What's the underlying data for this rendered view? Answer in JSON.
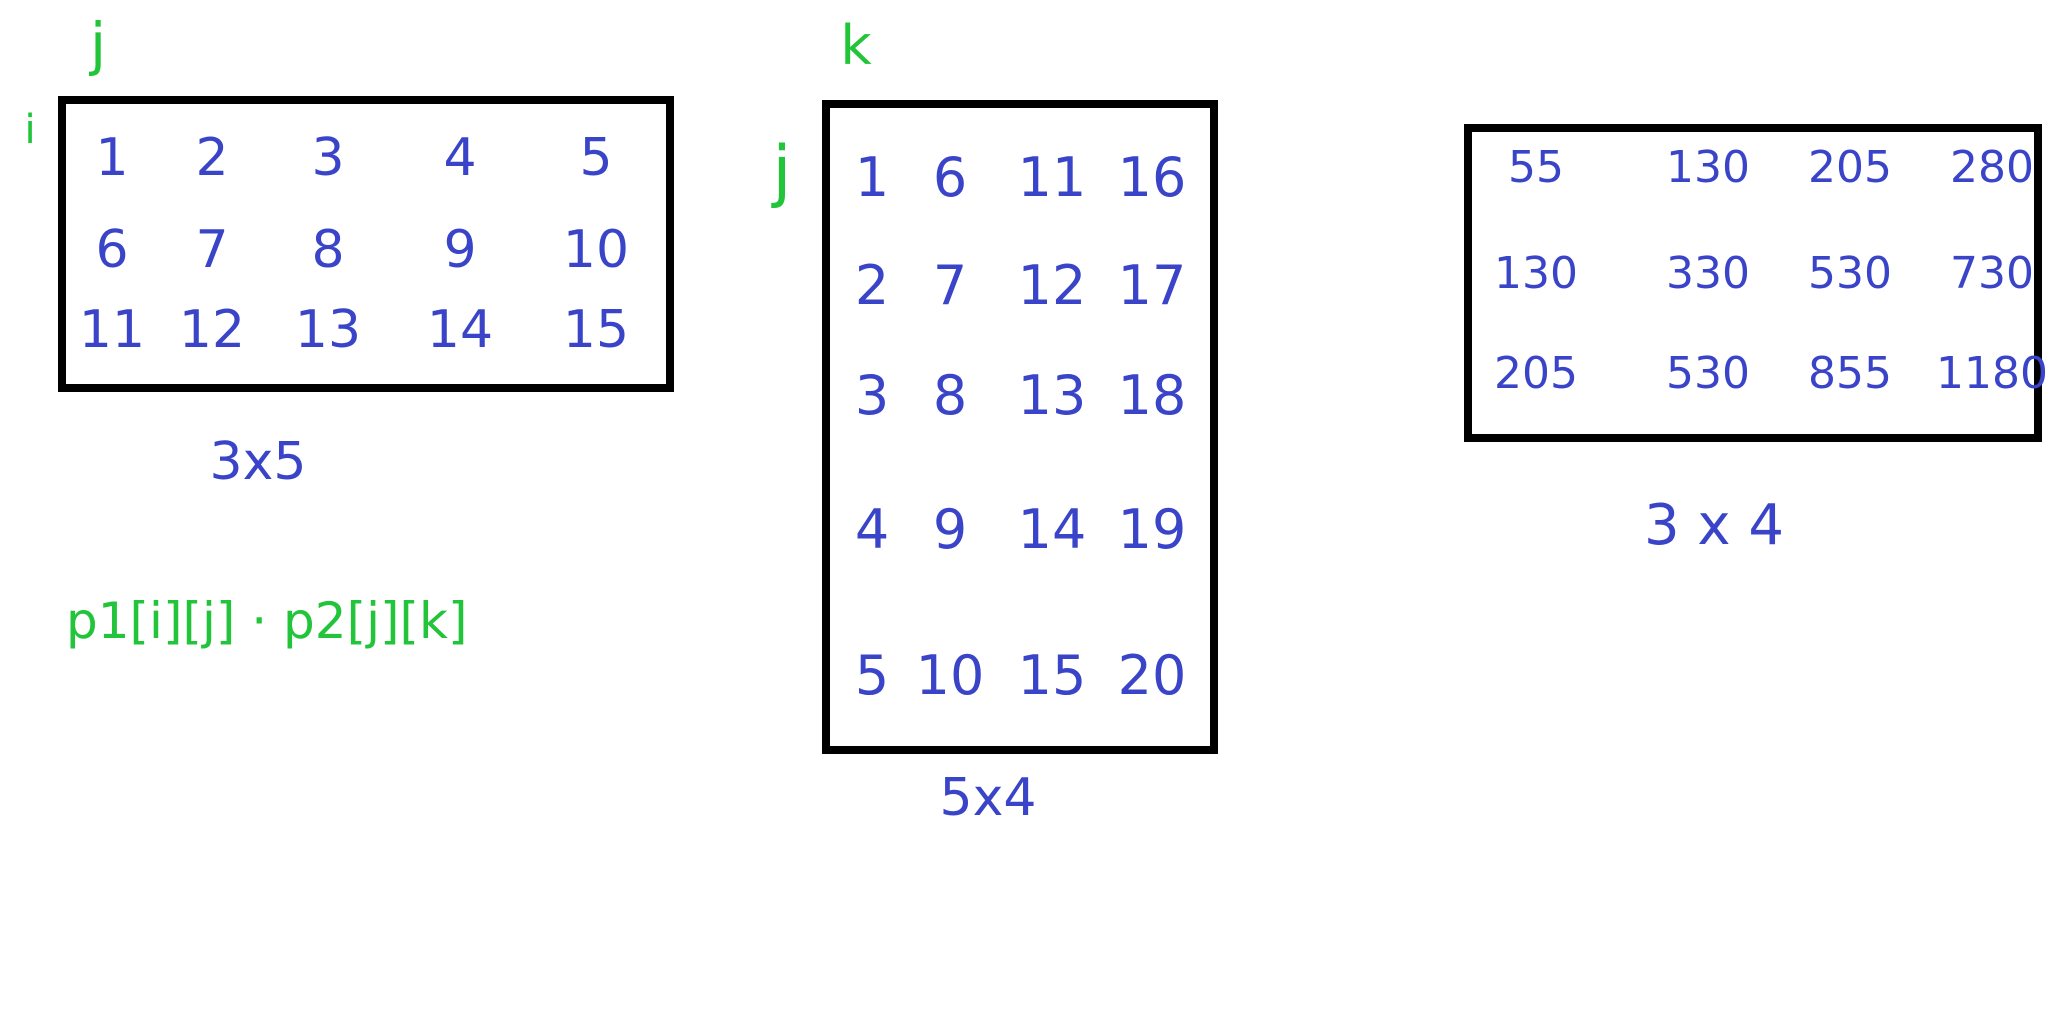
{
  "matrix_a": {
    "dims": "3x5",
    "row_label": "i",
    "col_label": "j",
    "rows": [
      [
        "1",
        "2",
        "3",
        "4",
        "5"
      ],
      [
        "6",
        "7",
        "8",
        "9",
        "10"
      ],
      [
        "11",
        "12",
        "13",
        "14",
        "15"
      ]
    ]
  },
  "matrix_b": {
    "dims": "5x4",
    "row_label": "j",
    "col_label": "k",
    "rows": [
      [
        "1",
        "6",
        "11",
        "16"
      ],
      [
        "2",
        "7",
        "12",
        "17"
      ],
      [
        "3",
        "8",
        "13",
        "18"
      ],
      [
        "4",
        "9",
        "14",
        "19"
      ],
      [
        "5",
        "10",
        "15",
        "20"
      ]
    ]
  },
  "matrix_c": {
    "dims": "3 x 4",
    "rows": [
      [
        "55",
        "130",
        "205",
        "280"
      ],
      [
        "130",
        "330",
        "530",
        "730"
      ],
      [
        "205",
        "530",
        "855",
        "1180"
      ]
    ]
  },
  "formula": "p1[i][j] · p2[j][k]",
  "colors": {
    "ink_blue": "#3a44c8",
    "ink_green": "#22c43a",
    "frame": "#000000"
  }
}
